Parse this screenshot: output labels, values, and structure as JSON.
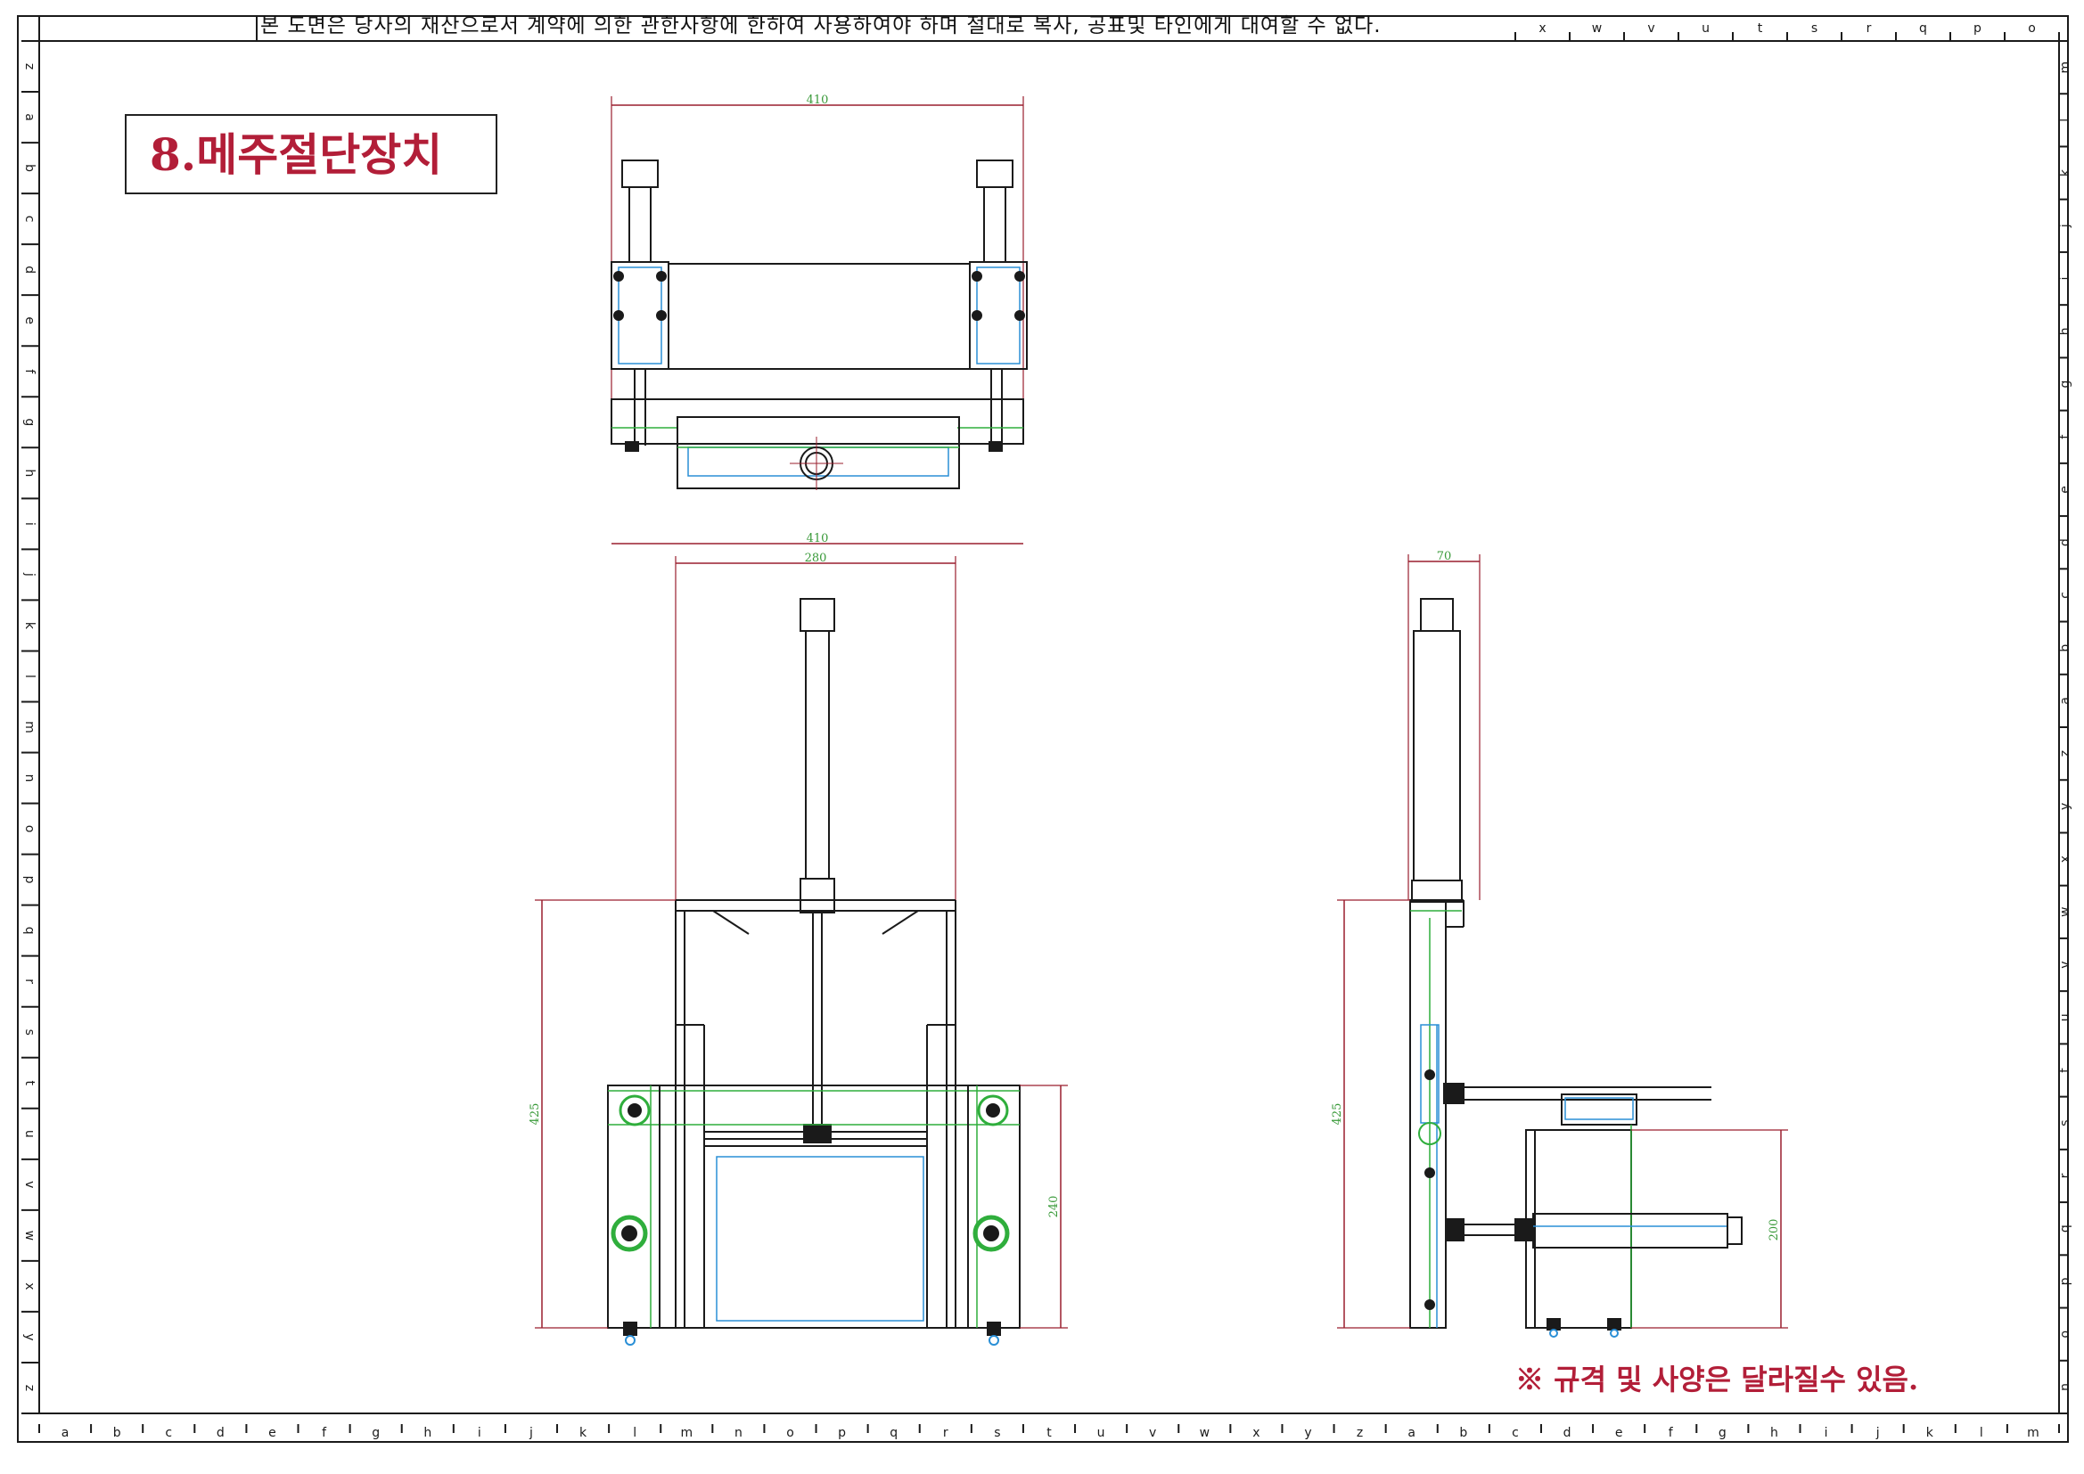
{
  "header": {
    "notice": "본 도면은 당사의 재산으로서 계약에 의한 관한사항에 한하여 사용하여야 하며 절대로 복사, 공표및 타인에게 대여할 수 없다."
  },
  "title": "8.메주절단장치",
  "note": "※ 규격 및 사양은 달라질수 있음.",
  "dimensions": {
    "top_overall_width": "410",
    "top_base_width": "410",
    "front_inner_width": "280",
    "front_height": "425",
    "front_lower_height": "240",
    "side_width": "70",
    "side_height": "425",
    "side_cylinder_height": "200"
  },
  "grid": {
    "top_letters": [
      "x",
      "w",
      "v",
      "u",
      "t",
      "s",
      "r",
      "q",
      "p",
      "o"
    ],
    "bottom_letters": [
      "a",
      "b",
      "c",
      "d",
      "e",
      "f",
      "g",
      "h",
      "i",
      "j",
      "k",
      "l",
      "m",
      "n",
      "o",
      "p",
      "q",
      "r",
      "s",
      "t",
      "u",
      "v",
      "w",
      "x",
      "y",
      "z",
      "a",
      "b",
      "c",
      "d",
      "e",
      "f",
      "g",
      "h",
      "i",
      "j",
      "k",
      "l",
      "m"
    ],
    "left_letters": [
      "z",
      "a",
      "b",
      "c",
      "d",
      "e",
      "f",
      "g",
      "h",
      "i",
      "j",
      "k",
      "l",
      "m",
      "n",
      "o",
      "p",
      "q",
      "r",
      "s",
      "t",
      "u",
      "v",
      "w",
      "x",
      "y",
      "z"
    ],
    "right_letters": [
      "m",
      "l",
      "k",
      "j",
      "i",
      "h",
      "g",
      "f",
      "e",
      "d",
      "c",
      "b",
      "a",
      "z",
      "y",
      "x",
      "w",
      "v",
      "u",
      "t",
      "s",
      "r",
      "q",
      "p",
      "o",
      "n"
    ]
  },
  "colors": {
    "line": "#1a1a1a",
    "dimension": "#9a1f2e",
    "dimension_text": "#3a9a3a",
    "accent_green": "#2fae3c",
    "accent_blue": "#2a8fd6",
    "title_red": "#b21e38"
  }
}
